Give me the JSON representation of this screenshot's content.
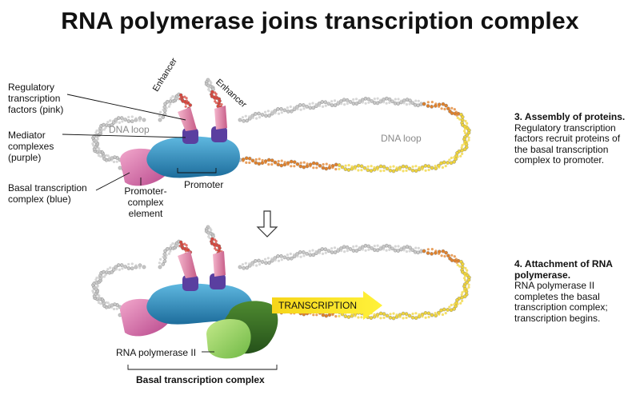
{
  "title": "RNA polymerase joins transcription complex",
  "labels": {
    "regulatory": [
      "Regulatory",
      "transcription",
      "factors (pink)"
    ],
    "mediator": [
      "Mediator",
      "complexes",
      "(purple)"
    ],
    "basal_complex": [
      "Basal transcription",
      "complex (blue)"
    ],
    "enhancer": "Enhancer",
    "dna_loop": "DNA loop",
    "promoter_complex": [
      "Promoter-",
      "complex",
      "element"
    ],
    "promoter": "Promoter",
    "transcription": "TRANSCRIPTION",
    "rna_pol": "RNA polymerase II",
    "basal_bottom": "Basal transcription complex"
  },
  "steps": [
    {
      "heading": "3. Assembly of proteins.",
      "body": "Regulatory transcription factors recruit proteins of the basal transcription complex to promoter."
    },
    {
      "heading": "4. Attachment of RNA polymerase.",
      "body": "RNA polymerase II completes the basal transcription complex; transcription begins."
    }
  ],
  "colors": {
    "dna": "#c8c8c8",
    "dna_dark": "#9a9a9a",
    "enhancer_red": "#d7463c",
    "regulatory_pink": "#e07ba0",
    "mediator_purple": "#5a3fa0",
    "basal_blue": "#2f8fc0",
    "basal_pink": "#d873b0",
    "promoter_orange": "#e0802a",
    "gene_yellow": "#f0d43a",
    "polymerase_green": "#5a9a3a",
    "polymerase_light": "#9ad06a",
    "arrow_yellow": "#f7e11a"
  }
}
